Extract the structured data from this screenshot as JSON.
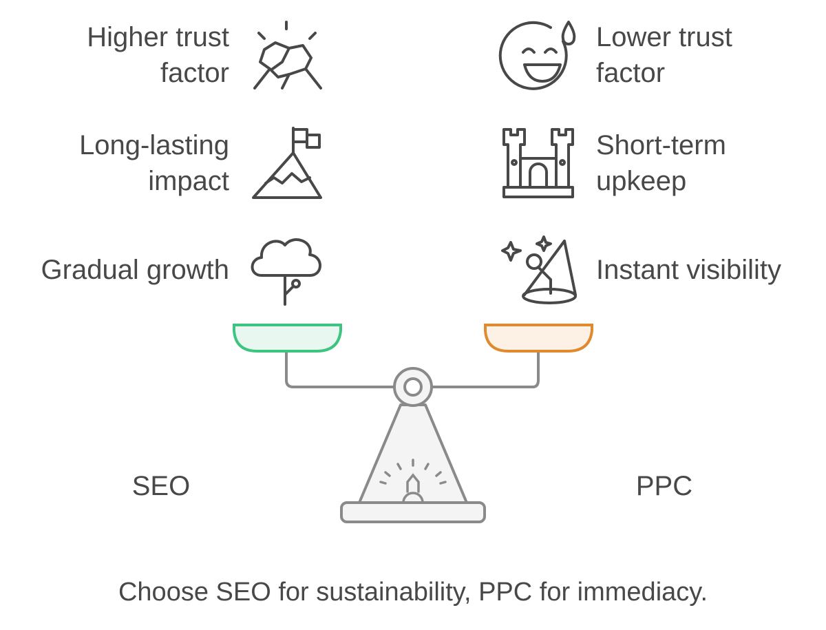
{
  "seo": {
    "label": "SEO",
    "color": "#3cc480",
    "fill": "#e8f8f0",
    "benefits": [
      {
        "line1": "Higher trust",
        "line2": "factor",
        "icon": "handshake-icon"
      },
      {
        "line1": "Long-lasting",
        "line2": "impact",
        "icon": "mountain-flag-icon"
      },
      {
        "line1": "Gradual growth",
        "line2": "",
        "icon": "tree-icon"
      }
    ]
  },
  "ppc": {
    "label": "PPC",
    "color": "#e08a30",
    "fill": "#fdf0e4",
    "benefits": [
      {
        "line1": "Lower trust",
        "line2": "factor",
        "icon": "sweating-smile-icon"
      },
      {
        "line1": "Short-term",
        "line2": "upkeep",
        "icon": "castle-icon"
      },
      {
        "line1": "Instant visibility",
        "line2": "",
        "icon": "spotlight-microphone-icon"
      }
    ]
  },
  "caption": "Choose SEO for sustainability, PPC for immediacy."
}
